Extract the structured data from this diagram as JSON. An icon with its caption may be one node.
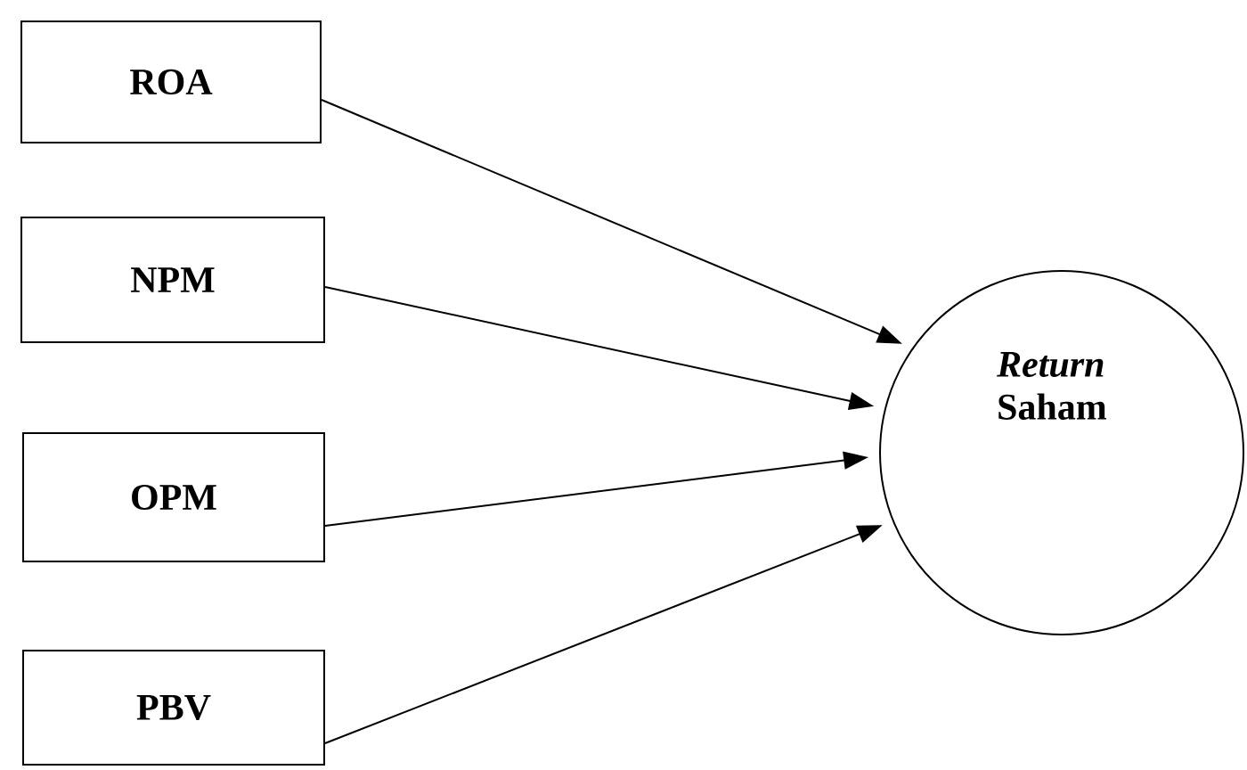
{
  "diagram": {
    "nodes": [
      {
        "text": [
          "ROA"
        ]
      },
      {
        "text": [
          "NPM"
        ]
      },
      {
        "text": [
          "OPM"
        ]
      },
      {
        "text": [
          "PBV"
        ]
      },
      {
        "text": [
          "*Return* Saham"
        ]
      }
    ],
    "edges": [
      {
        "from": 0,
        "to": 4,
        "arrow": "to"
      },
      {
        "from": 1,
        "to": 4,
        "arrow": "to"
      },
      {
        "from": 2,
        "to": 4,
        "arrow": "to"
      },
      {
        "from": 3,
        "to": 4,
        "arrow": "to"
      }
    ]
  }
}
